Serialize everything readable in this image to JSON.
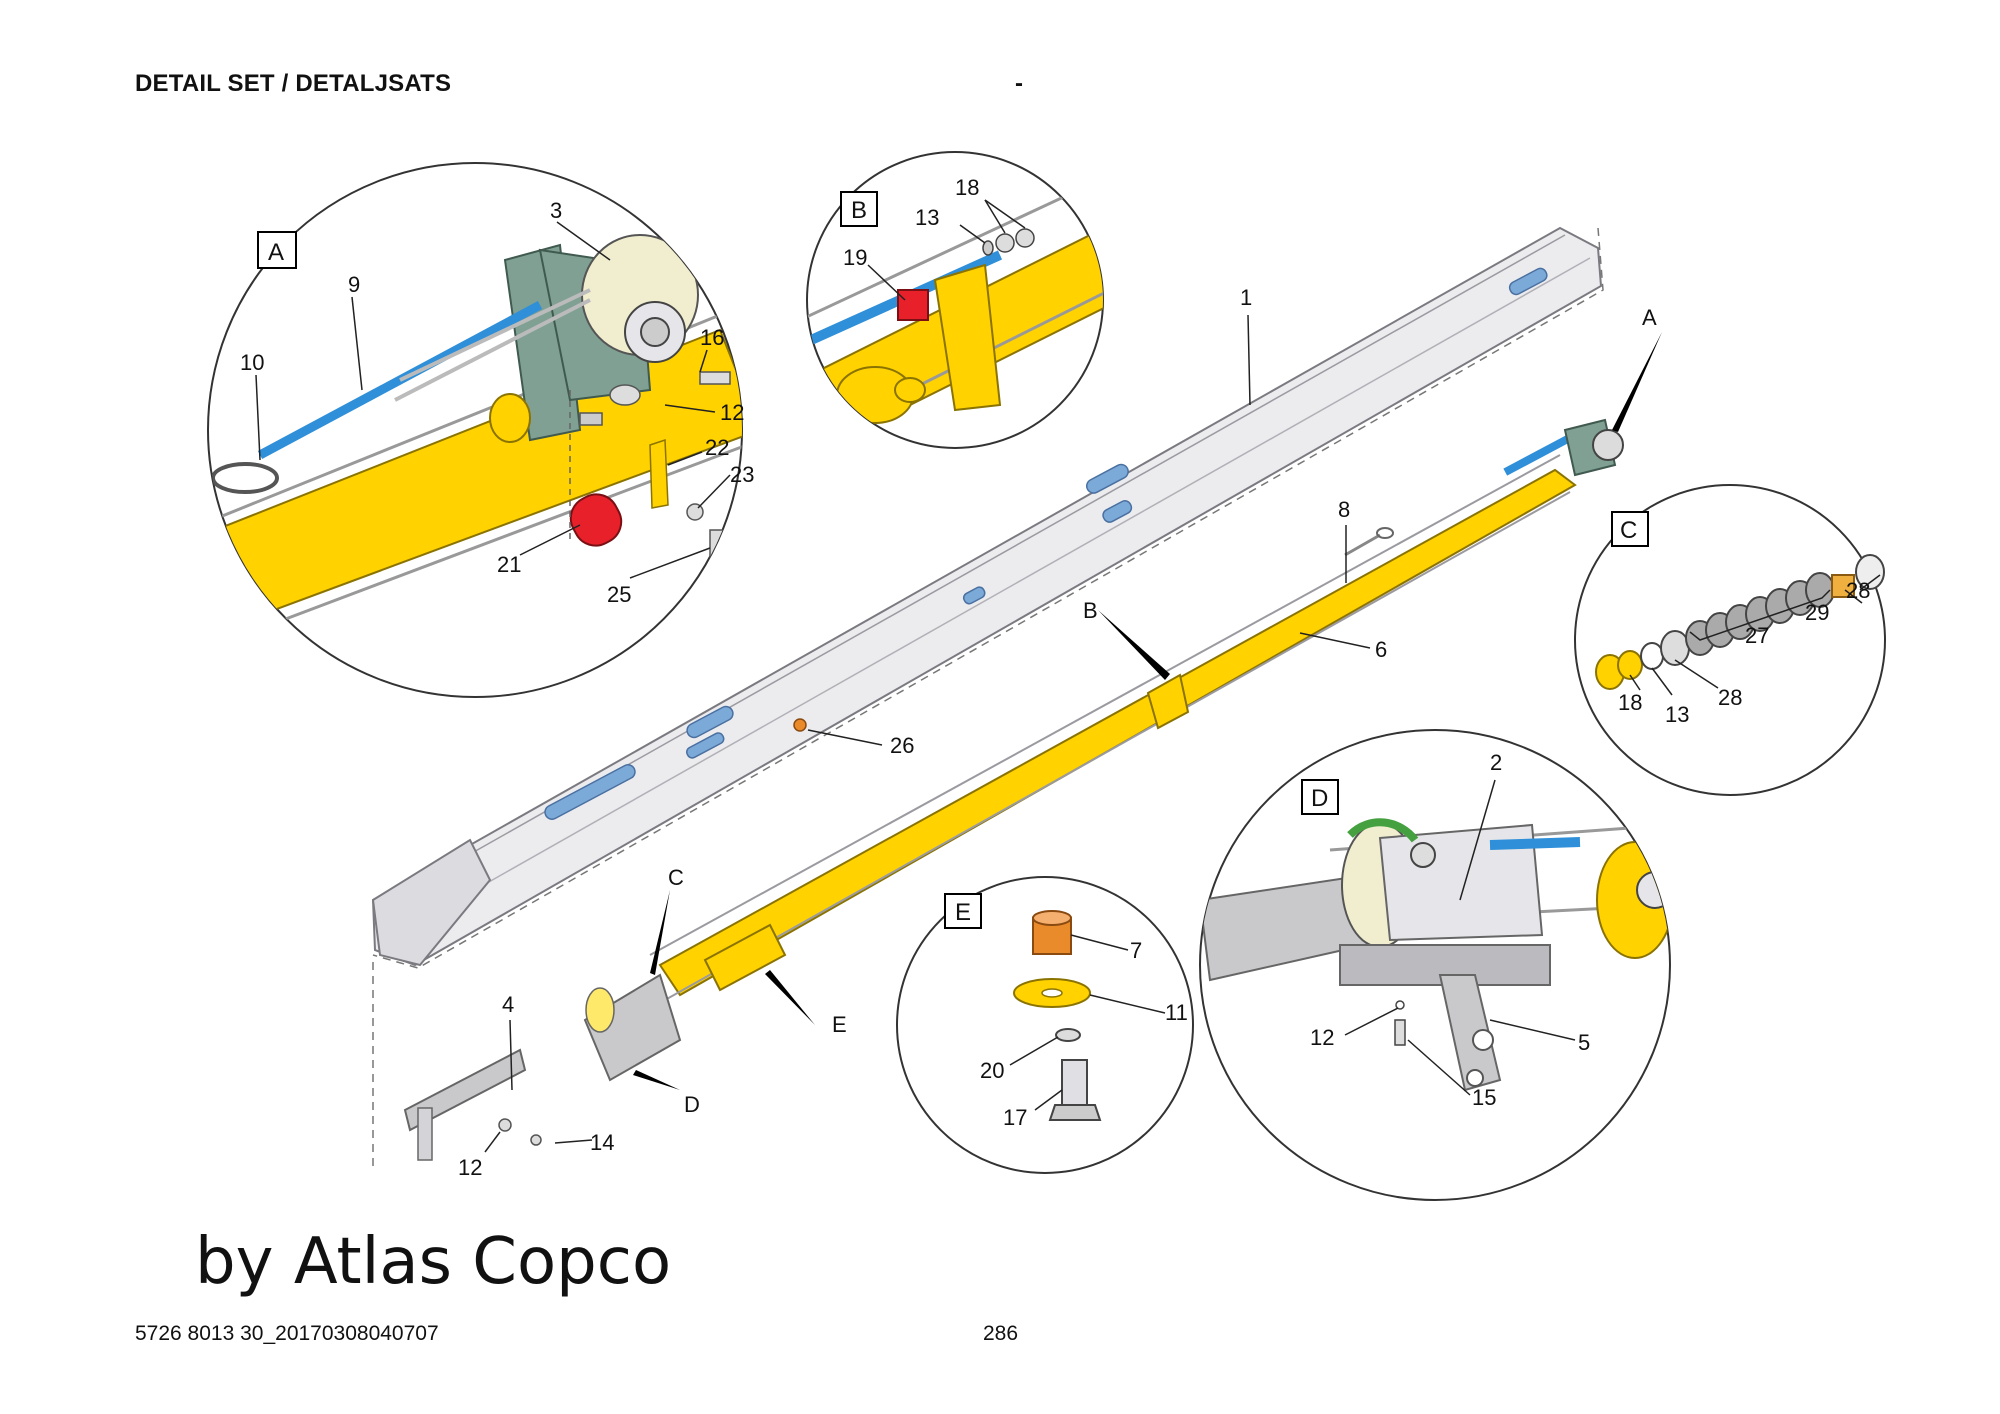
{
  "header": {
    "title": "DETAIL SET / DETALJSATS",
    "dash": "-"
  },
  "watermark": "by Atlas Copco",
  "footer": {
    "doc_number": "5726 8013 30_20170308040707",
    "page": "286"
  },
  "detail_views": {
    "A": {
      "box": "A",
      "labels": [
        "3",
        "9",
        "10",
        "16",
        "12",
        "22",
        "23",
        "21",
        "25"
      ]
    },
    "B": {
      "box": "B",
      "labels": [
        "18",
        "13",
        "19"
      ]
    },
    "C": {
      "box": "C",
      "labels": [
        "28",
        "29",
        "27",
        "18",
        "13",
        "28"
      ]
    },
    "D": {
      "box": "D",
      "labels": [
        "2",
        "12",
        "5",
        "15"
      ]
    },
    "E": {
      "box": "E",
      "labels": [
        "7",
        "11",
        "20",
        "17"
      ]
    }
  },
  "main_labels": [
    "1",
    "8",
    "6",
    "26",
    "4",
    "14",
    "12"
  ],
  "pointers": [
    "A",
    "B",
    "C",
    "D",
    "E"
  ],
  "colors": {
    "yellow": "#ffd200",
    "blue": "#2f8fd8",
    "red": "#e8202a",
    "green_gray": "#7fa093",
    "orange": "#e98a2b",
    "steel": "#e6e6ea"
  }
}
